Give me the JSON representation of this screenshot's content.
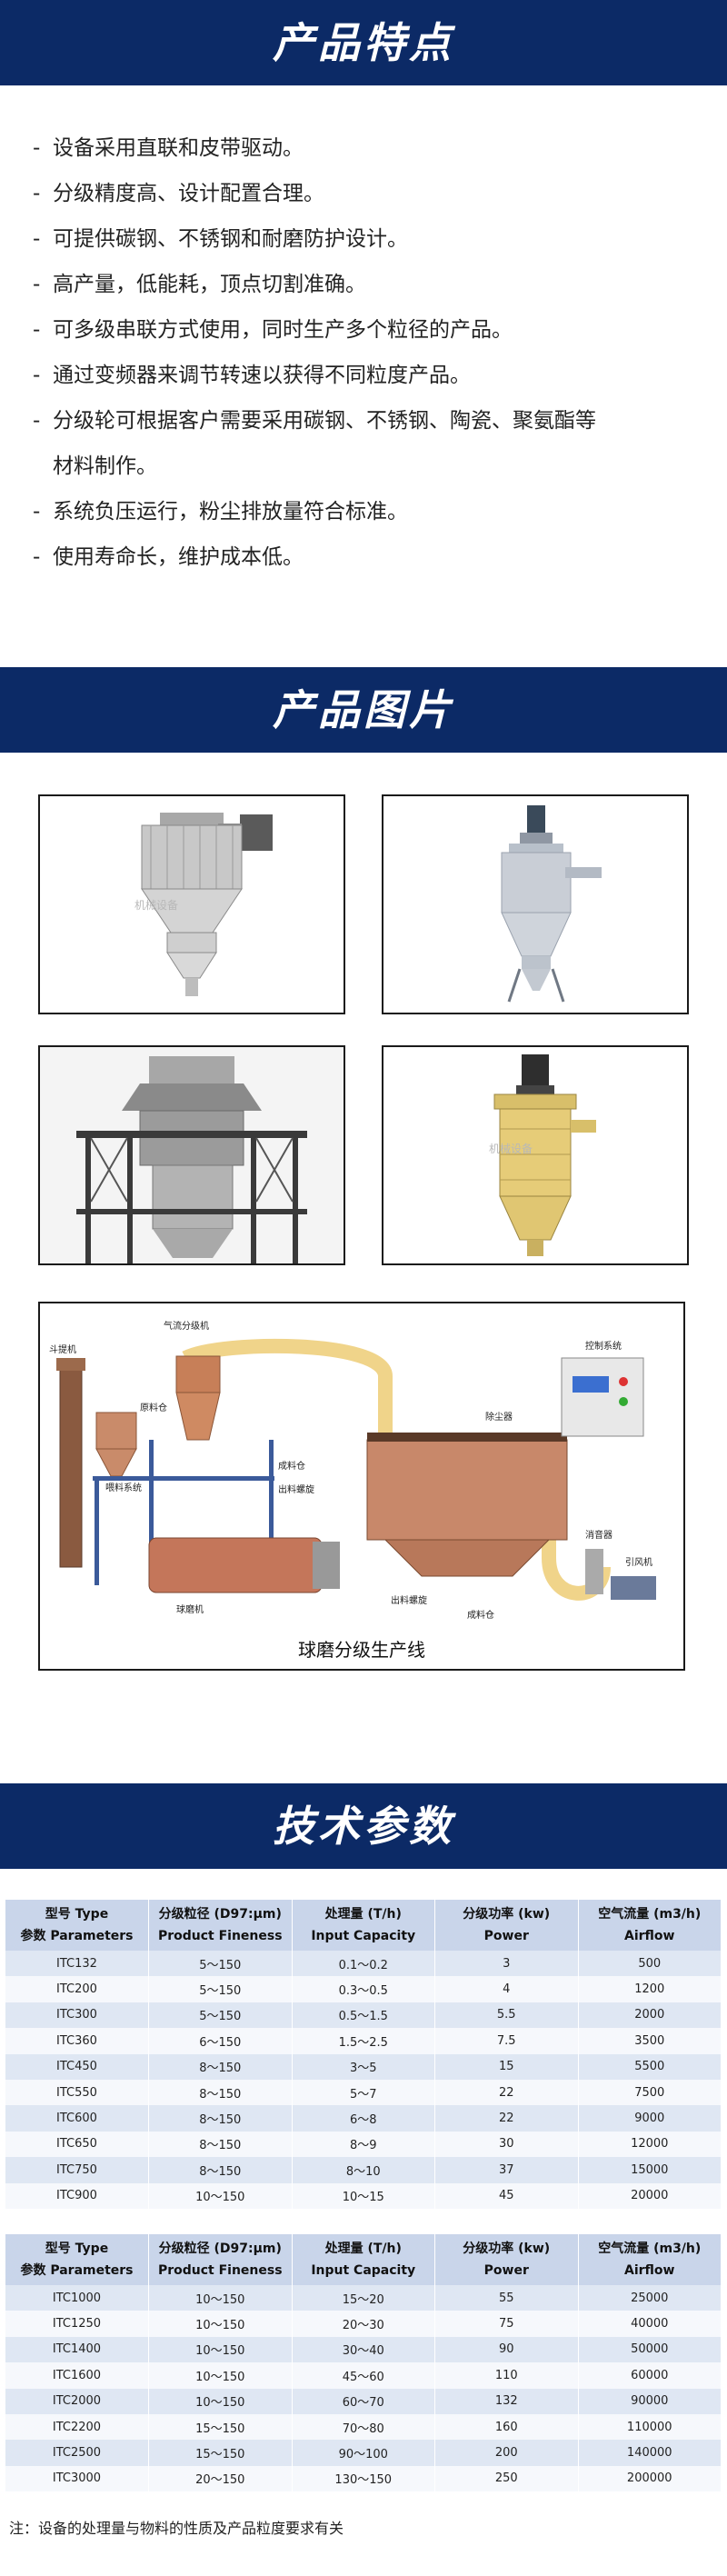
{
  "sections": {
    "features_title": "产品特点",
    "pictures_title": "产品图片",
    "specs_title": "技术参数"
  },
  "features": [
    {
      "dash": "-",
      "text": "设备采用直联和皮带驱动。"
    },
    {
      "dash": "-",
      "text": "分级精度高、设计配置合理。"
    },
    {
      "dash": "-",
      "text": "可提供碳钢、不锈钢和耐磨防护设计。"
    },
    {
      "dash": "-",
      "text": "高产量，低能耗，顶点切割准确。"
    },
    {
      "dash": "-",
      "text": "可多级串联方式使用，同时生产多个粒径的产品。"
    },
    {
      "dash": "-",
      "text": "通过变频器来调节转速以获得不同粒度产品。"
    },
    {
      "dash": "-",
      "text": "分级轮可根据客户需要采用碳钢、不锈钢、陶瓷、聚氨酯等"
    },
    {
      "dash": "",
      "text": "材料制作。"
    },
    {
      "dash": "-",
      "text": "系统负压运行，粉尘排放量符合标准。"
    },
    {
      "dash": "-",
      "text": "使用寿命长，维护成本低。"
    }
  ],
  "photos": {
    "watermark": "机械设备",
    "diagram_caption": "球磨分级生产线",
    "diagram_labels": {
      "bucket_elevator": "斗提机",
      "classifier": "气流分级机",
      "raw_bin": "原料仓",
      "feeding_system": "喂料系统",
      "finished_bin": "成料仓",
      "discharge_screw": "出料螺旋",
      "ball_mill": "球磨机",
      "dust_collector": "除尘器",
      "control_system": "控制系统",
      "discharge_screw_2": "出料螺旋",
      "finished_product": "成料仓",
      "silencer": "消音器",
      "fan": "引风机"
    }
  },
  "table_header": [
    {
      "cn": "型号 Type",
      "en": "参数 Parameters"
    },
    {
      "cn": "分级粒径 (D97:μm)",
      "en": "Product Fineness"
    },
    {
      "cn": "处理量 (T/h)",
      "en": "Input Capacity"
    },
    {
      "cn": "分级功率 (kw)",
      "en": "Power"
    },
    {
      "cn": "空气流量 (m3/h)",
      "en": "Airflow"
    }
  ],
  "table1": [
    [
      "ITC132",
      "5～150",
      "0.1～0.2",
      "3",
      "500"
    ],
    [
      "ITC200",
      "5～150",
      "0.3～0.5",
      "4",
      "1200"
    ],
    [
      "ITC300",
      "5～150",
      "0.5～1.5",
      "5.5",
      "2000"
    ],
    [
      "ITC360",
      "6～150",
      "1.5～2.5",
      "7.5",
      "3500"
    ],
    [
      "ITC450",
      "8～150",
      "3～5",
      "15",
      "5500"
    ],
    [
      "ITC550",
      "8～150",
      "5～7",
      "22",
      "7500"
    ],
    [
      "ITC600",
      "8～150",
      "6～8",
      "22",
      "9000"
    ],
    [
      "ITC650",
      "8～150",
      "8～9",
      "30",
      "12000"
    ],
    [
      "ITC750",
      "8～150",
      "8～10",
      "37",
      "15000"
    ],
    [
      "ITC900",
      "10～150",
      "10～15",
      "45",
      "20000"
    ]
  ],
  "table2": [
    [
      "ITC1000",
      "10～150",
      "15～20",
      "55",
      "25000"
    ],
    [
      "ITC1250",
      "10～150",
      "20～30",
      "75",
      "40000"
    ],
    [
      "ITC1400",
      "10～150",
      "30～40",
      "90",
      "50000"
    ],
    [
      "ITC1600",
      "10～150",
      "45～60",
      "110",
      "60000"
    ],
    [
      "ITC2000",
      "10～150",
      "60～70",
      "132",
      "90000"
    ],
    [
      "ITC2200",
      "15～150",
      "70～80",
      "160",
      "110000"
    ],
    [
      "ITC2500",
      "15～150",
      "90～100",
      "200",
      "140000"
    ],
    [
      "ITC3000",
      "20～150",
      "130～150",
      "250",
      "200000"
    ]
  ],
  "note": "注：设备的处理量与物料的性质及产品粒度要求有关"
}
